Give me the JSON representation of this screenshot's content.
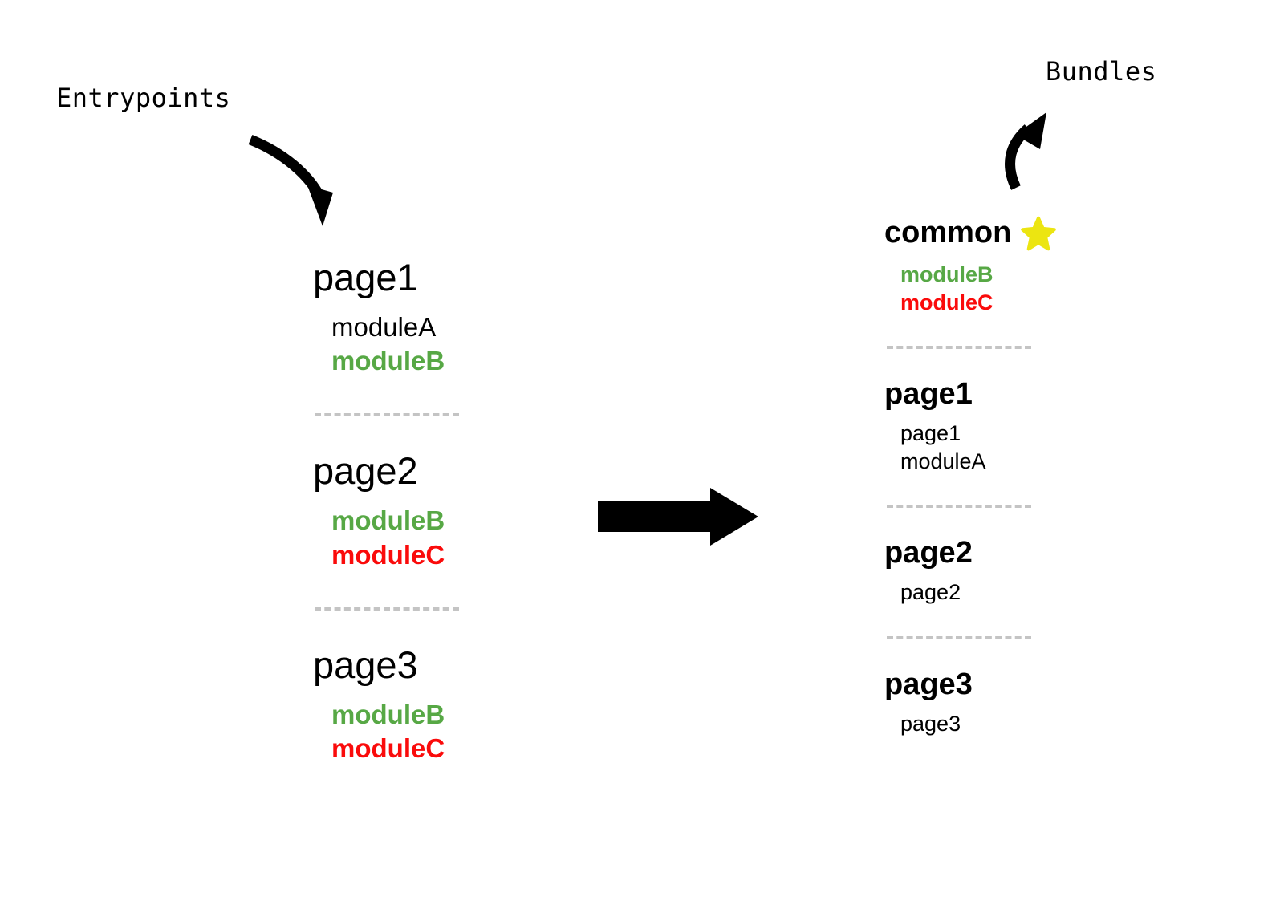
{
  "diagram": {
    "labels": {
      "entrypoints": "Entrypoints",
      "bundles": "Bundles"
    },
    "colors": {
      "black": "#000000",
      "green": "#57a845",
      "red": "#fa0b0b",
      "star_yellow": "#ece511",
      "separator_gray": "#c4c4c4"
    },
    "entrypoints_column": {
      "groups": [
        {
          "title": "page1",
          "items": [
            {
              "text": "moduleA",
              "color": "black",
              "bold": false
            },
            {
              "text": "moduleB",
              "color": "green",
              "bold": true
            }
          ]
        },
        {
          "title": "page2",
          "items": [
            {
              "text": "moduleB",
              "color": "green",
              "bold": true
            },
            {
              "text": "moduleC",
              "color": "red",
              "bold": true
            }
          ]
        },
        {
          "title": "page3",
          "items": [
            {
              "text": "moduleB",
              "color": "green",
              "bold": true
            },
            {
              "text": "moduleC",
              "color": "red",
              "bold": true
            }
          ]
        }
      ]
    },
    "bundles_column": {
      "groups": [
        {
          "title": "common",
          "star": true,
          "star_name": "star-icon",
          "items": [
            {
              "text": "moduleB",
              "color": "green",
              "bold": true
            },
            {
              "text": "moduleC",
              "color": "red",
              "bold": true
            }
          ]
        },
        {
          "title": "page1",
          "star": false,
          "items": [
            {
              "text": "page1",
              "color": "black",
              "bold": false
            },
            {
              "text": "moduleA",
              "color": "black",
              "bold": false
            }
          ]
        },
        {
          "title": "page2",
          "star": false,
          "items": [
            {
              "text": "page2",
              "color": "black",
              "bold": false
            }
          ]
        },
        {
          "title": "page3",
          "star": false,
          "items": [
            {
              "text": "page3",
              "color": "black",
              "bold": false
            }
          ]
        }
      ]
    },
    "icons": {
      "entrypoints_arrow": "curved-arrow-down-right-icon",
      "bundles_arrow": "curved-arrow-up-right-icon",
      "transform_arrow": "block-arrow-right-icon"
    }
  }
}
